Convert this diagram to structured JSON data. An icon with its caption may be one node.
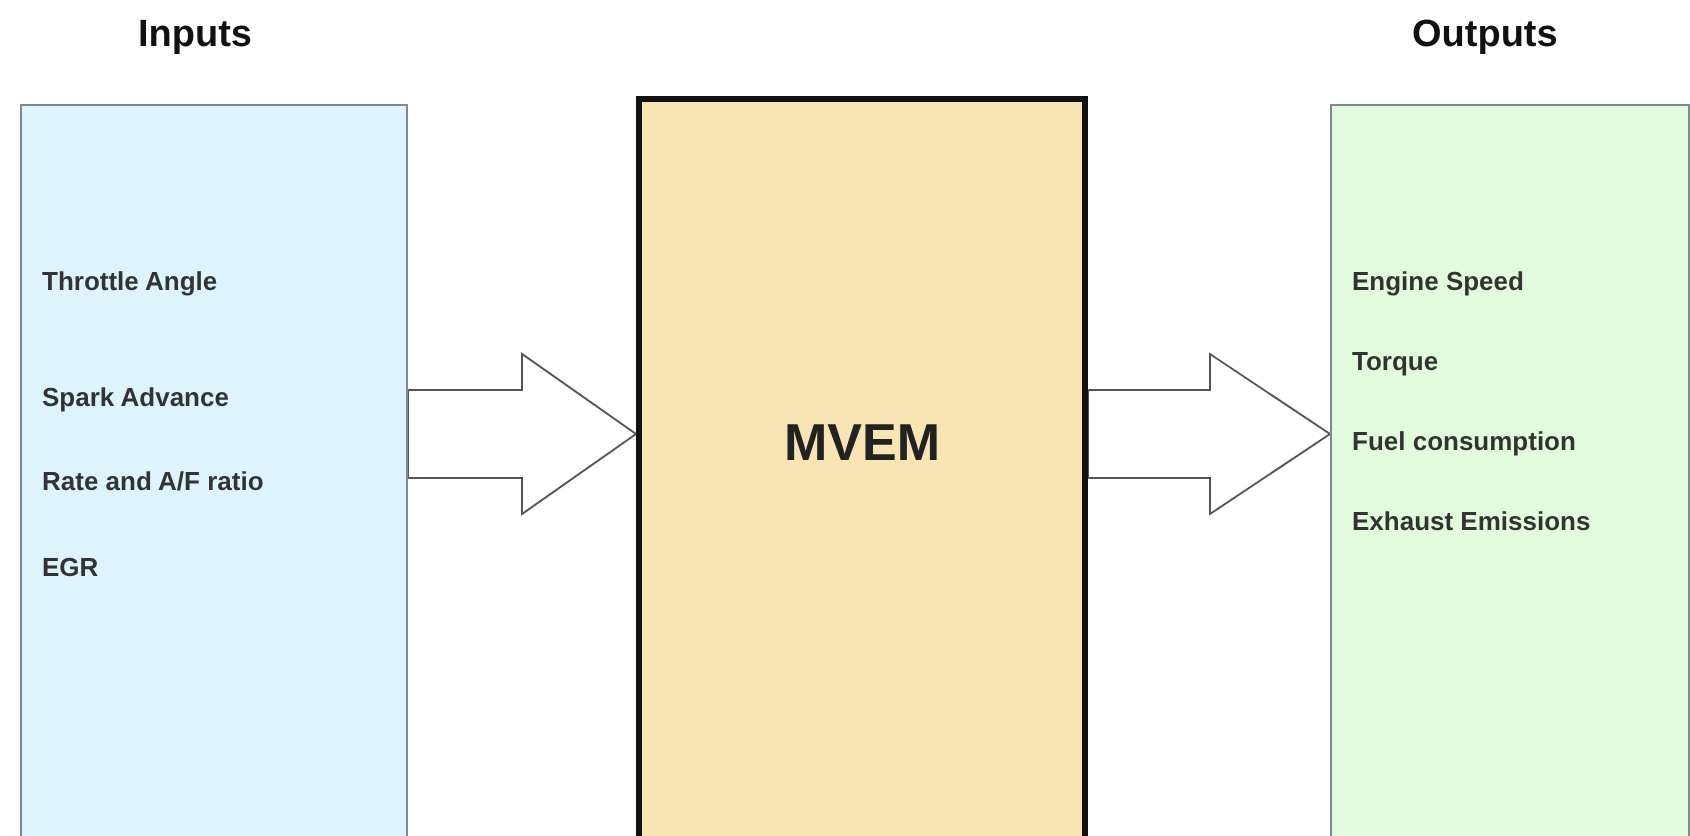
{
  "diagram": {
    "nodes": [
      {
        "text": [
          "Inputs",
          "Throttle Angle",
          "Spark Advance",
          "Rate and A/F ratio",
          "EGR"
        ]
      },
      {
        "text": [
          "MVEM"
        ]
      },
      {
        "text": [
          "Outputs",
          "Engine Speed",
          "Torque",
          "Fuel consumption",
          "Exhaust Emissions"
        ]
      }
    ],
    "edges": [
      {
        "from": 0,
        "to": 1,
        "arrow": "to"
      },
      {
        "from": 1,
        "to": 2,
        "arrow": "to"
      }
    ]
  }
}
